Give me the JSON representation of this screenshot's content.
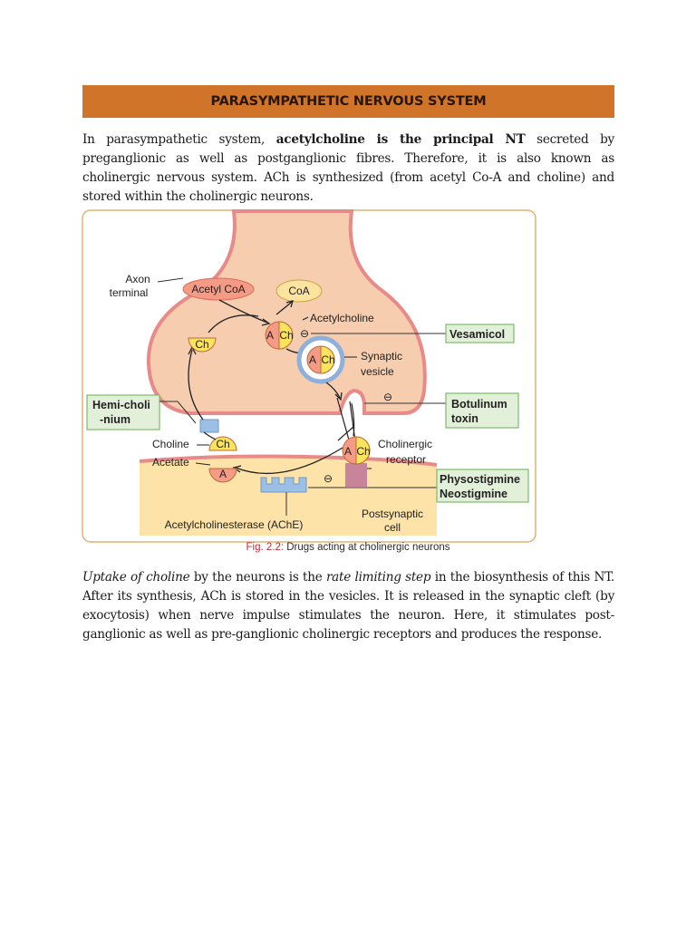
{
  "header": {
    "title": "PARASYMPATHETIC NERVOUS SYSTEM"
  },
  "para1": {
    "t1": "In parasympathetic system, ",
    "t2_bold": "acetylcholine is the principal NT",
    "t3": " secreted by preganglionic as well as postganglionic fibres. Therefore, it is also known as cholinergic nervous system. ACh is synthesized (from acetyl Co-A and choline) and stored within the cholinergic neurons."
  },
  "figure": {
    "axon_terminal_1": "Axon",
    "axon_terminal_2": "terminal",
    "acetyl_coa": "Acetyl CoA",
    "coa": "CoA",
    "acetylcholine": "Acetylcholine",
    "vesamicol": "Vesamicol",
    "synaptic_vesicle_1": "Synaptic",
    "synaptic_vesicle_2": "vesicle",
    "botulinum_1": "Botulinum",
    "botulinum_2": "toxin",
    "hemicholinium_1": "Hemi-choli",
    "hemicholinium_2": "-nium",
    "choline": "Choline",
    "acetate": "Acetate",
    "cholinergic_receptor_1": "Cholinergic",
    "cholinergic_receptor_2": "receptor",
    "physostigmine": "Physostigmine",
    "neostigmine": "Neostigmine",
    "postsynaptic_1": "Postsynaptic",
    "postsynaptic_2": "cell",
    "ache": "Acetylcholinesterase (AChE)",
    "ch": "Ch",
    "a": "A",
    "inhibit": "⊖"
  },
  "caption": {
    "num": "Fig. 2.2:",
    "text": " Drugs acting at cholinergic neurons"
  },
  "para2": {
    "t1_italic": "Uptake of choline",
    "t2": " by the neurons is the ",
    "t3_italic": "rate limiting step",
    "t4": " in the biosynthesis of this NT. After its synthesis, ACh is stored in the vesicles. It is released in the synaptic cleft (by exocytosis) when nerve impulse stimulates the neuron. Here, it stimulates post-ganglionic as well as pre-ganglionic cholinergic receptors and produces the response."
  },
  "colors": {
    "header": "#d0742a",
    "terminal_fill": "#f7cdb0",
    "membrane": "#e88a88",
    "postsynaptic_fill": "#fde3a7",
    "label_box_fill": "#e2f0d9",
    "label_box_border": "#7dbb6a",
    "figure_border": "#e3b271",
    "caption_number": "#c8283a"
  }
}
